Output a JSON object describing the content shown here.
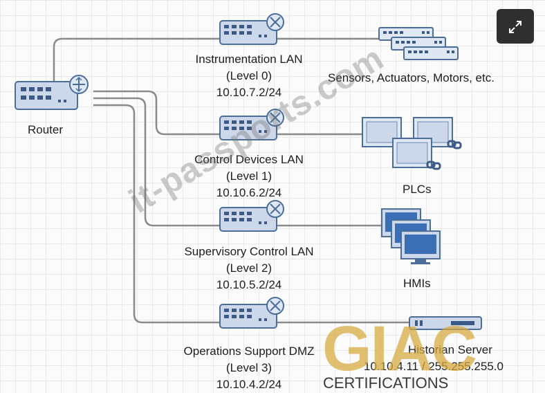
{
  "router": {
    "label": "Router"
  },
  "lans": [
    {
      "name": "Instrumentation LAN",
      "level": "(Level 0)",
      "ip": "10.10.7.2/24"
    },
    {
      "name": "Control Devices LAN",
      "level": "(Level 1)",
      "ip": "10.10.6.2/24"
    },
    {
      "name": "Supervisory Control LAN",
      "level": "(Level 2)",
      "ip": "10.10.5.2/24"
    },
    {
      "name": "Operations Support DMZ",
      "level": "(Level 3)",
      "ip": "10.10.4.2/24"
    }
  ],
  "devices": {
    "sensors": "Sensors, Actuators, Motors, etc.",
    "plcs": "PLCs",
    "hmis": "HMIs",
    "historian_name": "Historian Server",
    "historian_ip": "10.10.4.11 / 255.255.255.0"
  },
  "overlay": {
    "watermark": "it-passports.com",
    "logo": "GIAC",
    "logo_sub": "CERTIFICATIONS",
    "expand_icon": "expand-icon"
  },
  "colors": {
    "device_fill": "#ccd8ea",
    "device_stroke": "#4a6d9a",
    "line": "#8a8a8a"
  }
}
